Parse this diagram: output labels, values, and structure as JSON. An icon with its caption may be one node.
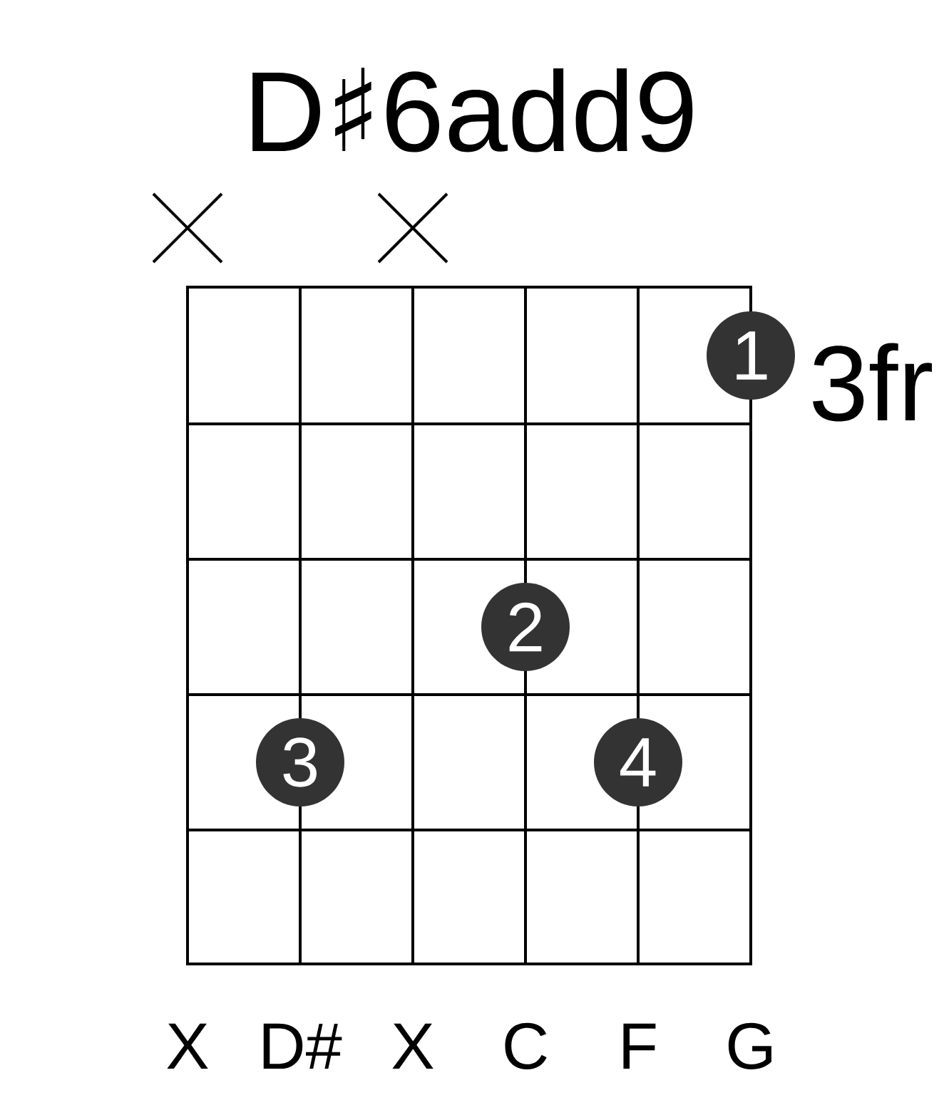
{
  "diagram": {
    "title": "D♯6add9",
    "nodes": [
      {
        "text": [
          "1"
        ]
      },
      {
        "text": [
          "2"
        ]
      },
      {
        "text": [
          "3"
        ]
      },
      {
        "text": [
          "4"
        ]
      }
    ],
    "edges": [],
    "labels": [
      "3fr",
      "X",
      "D#",
      "X",
      "C",
      "F",
      "G"
    ]
  }
}
